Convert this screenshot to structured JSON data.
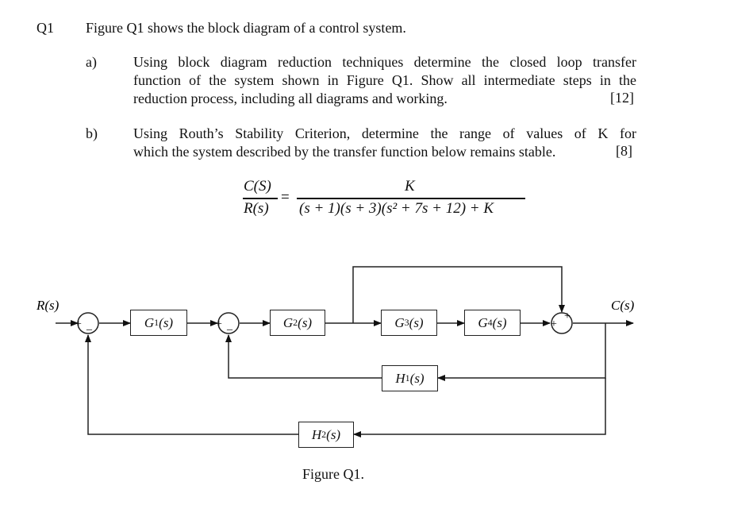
{
  "question": {
    "number": "Q1",
    "intro": "Figure Q1 shows the block diagram of a control system.",
    "parts": [
      {
        "label": "a)",
        "lines": [
          "Using block diagram reduction techniques determine the closed loop transfer",
          "function of the system shown in Figure Q1. Show all intermediate steps in the",
          "reduction process, including all diagrams and working."
        ],
        "marks": "[12]"
      },
      {
        "label": "b)",
        "lines": [
          "Using Routh’s Stability Criterion, determine the range of values of K for",
          "which the system described by the transfer function below remains stable."
        ],
        "marks": "[8]"
      }
    ]
  },
  "equation": {
    "lhs_num": "C(S)",
    "lhs_den": "R(s)",
    "equals": "=",
    "rhs_num": "K",
    "rhs_den": "(s + 1)(s + 3)(s² + 7s + 12) + K"
  },
  "diagram": {
    "input_label": "R(s)",
    "output_label": "C(s)",
    "blocks": {
      "g1": {
        "name": "G",
        "sub": "1",
        "arg": "(s)"
      },
      "g2": {
        "name": "G",
        "sub": "2",
        "arg": "(s)"
      },
      "g3": {
        "name": "G",
        "sub": "3",
        "arg": "(s)"
      },
      "g4": {
        "name": "G",
        "sub": "4",
        "arg": "(s)"
      },
      "h1": {
        "name": "H",
        "sub": "1",
        "arg": "(s)"
      },
      "h2": {
        "name": "H",
        "sub": "2",
        "arg": "(s)"
      }
    },
    "signs": {
      "sum1_plus": "+",
      "sum1_minus": "_",
      "sum2_plus": "+",
      "sum2_minus": "_",
      "sum3_plus_left": "+",
      "sum3_plus_top": "+"
    },
    "caption": "Figure Q1."
  }
}
